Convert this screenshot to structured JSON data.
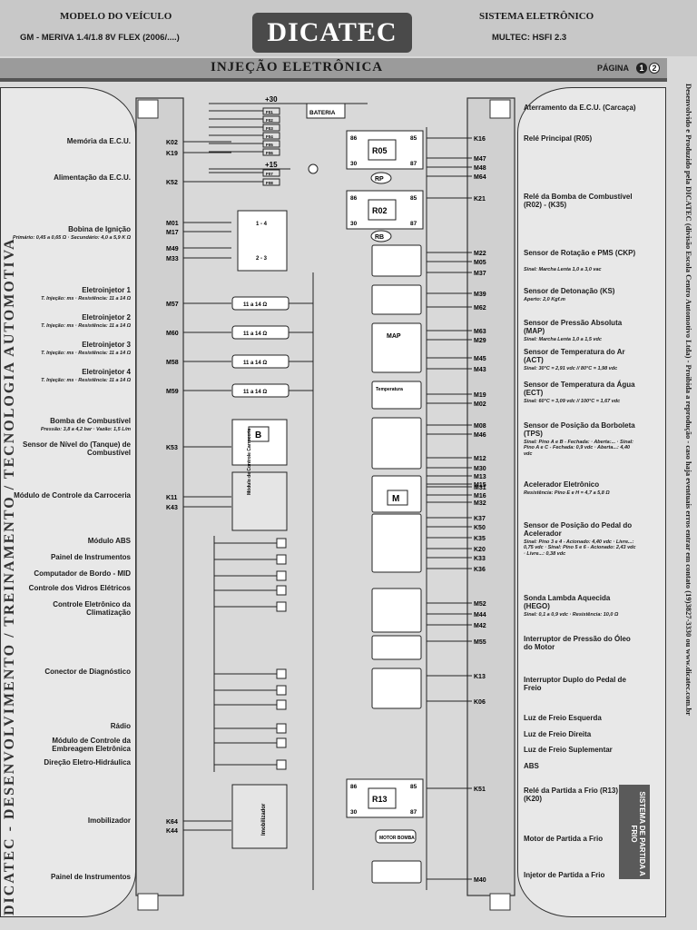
{
  "header": {
    "model_label": "MODELO DO VEÍCULO",
    "model_value": "GM - MERIVA 1.4/1.8 8V FLEX (2006/....)",
    "logo": "DICATEC",
    "system_label": "SISTEMA ELETRÔNICO",
    "system_value": "MULTEC: HSFI 2.3",
    "title": "INJEÇÃO ELETRÔNICA",
    "page_label": "PÁGINA",
    "pages": [
      "1",
      "2"
    ]
  },
  "left_labels": [
    {
      "title": "Memória da E.C.U.",
      "pins": [
        "K02",
        "K19"
      ]
    },
    {
      "title": "Alimentação da E.C.U.",
      "pins": [
        "K52"
      ]
    },
    {
      "title": "Bobina de Ignição",
      "sub": [
        "Primário: 0,45 a 0,65 Ω",
        "Secundário: 4,0 a 5,9 K Ω"
      ],
      "pins": [
        "M01",
        "M17",
        "M49",
        "M33"
      ]
    },
    {
      "title": "Eletroinjetor 1",
      "sub": [
        "T. Injeção: ms",
        "Resistência: 11 a 14 Ω"
      ],
      "pins": [
        "M57"
      ]
    },
    {
      "title": "Eletroinjetor 2",
      "sub": [
        "T. Injeção: ms",
        "Resistência: 11 a 14 Ω"
      ],
      "pins": [
        "M60"
      ]
    },
    {
      "title": "Eletroinjetor 3",
      "sub": [
        "T. Injeção: ms",
        "Resistência: 11 a 14 Ω"
      ],
      "pins": [
        "M58"
      ]
    },
    {
      "title": "Eletroinjetor 4",
      "sub": [
        "T. Injeção: ms",
        "Resistência: 11 a 14 Ω"
      ],
      "pins": [
        "M59"
      ]
    },
    {
      "title": "Bomba de Combustível",
      "sub": [
        "Pressão: 3,8 a 4,2 bar",
        "Vazão: 1,5 L/m"
      ]
    },
    {
      "title": "Sensor de Nível do (Tanque) de Combustível",
      "pins": [
        "K53"
      ]
    },
    {
      "title": "Módulo de Controle da Carroceria",
      "pins": [
        "K11",
        "K43"
      ]
    },
    {
      "title": "Módulo ABS"
    },
    {
      "title": "Painel de Instrumentos"
    },
    {
      "title": "Computador de Bordo - MID"
    },
    {
      "title": "Controle dos Vidros Elétricos"
    },
    {
      "title": "Controle Eletrônico da Climatização"
    },
    {
      "title": "Conector de Diagnóstico"
    },
    {
      "title": "Rádio"
    },
    {
      "title": "Módulo de Controle da Embreagem Eletrônica"
    },
    {
      "title": "Direção Eletro-Hidráulica"
    },
    {
      "title": "Imobilizador",
      "pins": [
        "K64",
        "K44"
      ]
    },
    {
      "title": "Painel de Instrumentos"
    }
  ],
  "right_labels": [
    {
      "title": "Aterramento da E.C.U. (Carcaça)"
    },
    {
      "title": "Relé Principal (R05)",
      "pins": [
        "K16",
        "M47",
        "M48",
        "M64"
      ]
    },
    {
      "title": "Relé da Bomba de Combustível (R02) - (K35)",
      "pins": [
        "K21"
      ]
    },
    {
      "title": "Sensor de Rotação e PMS (CKP)",
      "sub": [
        "Sinal: Marcha Lenta 1,0 a 3,0 vac"
      ],
      "pins": [
        "M22",
        "M05",
        "M37"
      ]
    },
    {
      "title": "Sensor de Detonação (KS)",
      "sub": [
        "Aperto: 2,0 Kgf.m"
      ],
      "pins": [
        "M39",
        "M62"
      ]
    },
    {
      "title": "Sensor de Pressão Absoluta (MAP)",
      "sub": [
        "Sinal: Marcha Lenta 1,0 a 1,5 vdc"
      ],
      "pins": [
        "M63",
        "M29"
      ]
    },
    {
      "title": "Sensor de Temperatura do Ar (ACT)",
      "sub": [
        "Sinal: 30°C = 2,91 vdc // 80°C = 1,98 vdc"
      ],
      "pins": [
        "M45",
        "M43"
      ]
    },
    {
      "title": "Sensor de Temperatura da Água (ECT)",
      "sub": [
        "Sinal: 60°C = 3,09 vdc // 100°C = 1,67 vdc"
      ],
      "pins": [
        "M19",
        "M02"
      ]
    },
    {
      "title": "Sensor de Posição da Borboleta (TPS)",
      "sub": [
        "Sinal: Pino A e B - Fechada:",
        "Aberta:...",
        "Sinal: Pino A e C - Fechada: 0,9 vdc",
        "Aberta...: 4,40 vdc"
      ],
      "pins": [
        "M08",
        "M46",
        "M12",
        "M30",
        "M13",
        "M15"
      ]
    },
    {
      "title": "Acelerador Eletrônico",
      "sub": [
        "Resistência: Pino E e H = 4,7 a 5,8 Ω"
      ],
      "pins": [
        "M31",
        "M16",
        "M32"
      ]
    },
    {
      "title": "Sensor de Posição do Pedal do Acelerador",
      "sub": [
        "Sinal: Pino 3 e 4 - Acionado: 4,40 vdc",
        "Livre...: 0,75 vdc",
        "Sinal: Pino 5 e 6 - Acionado: 2,43 vdc",
        "Livre...: 0,38 vdc"
      ],
      "pins": [
        "K37",
        "K50",
        "K35",
        "K20",
        "K33",
        "K36"
      ]
    },
    {
      "title": "Sonda Lambda Aquecida (HEGO)",
      "sub": [
        "Sinal: 0,1 a 0,9 vdc",
        "Resistência: 10,0 Ω"
      ],
      "pins": [
        "M52",
        "M44",
        "M42"
      ]
    },
    {
      "title": "Interruptor de Pressão do Óleo do Motor",
      "pins": [
        "M55"
      ]
    },
    {
      "title": "Interruptor Duplo do Pedal de Freio",
      "pins": [
        "K13",
        "K06"
      ]
    },
    {
      "title": "Luz de Freio Esquerda"
    },
    {
      "title": "Luz de Freio Direita"
    },
    {
      "title": "Luz de Freio Suplementar"
    },
    {
      "title": "ABS"
    },
    {
      "title": "Relé da Partida a Frio (R13) - (K20)",
      "pins": [
        "K51"
      ]
    },
    {
      "title": "Motor de Partida a Frio"
    },
    {
      "title": "Injetor de Partida a Frio",
      "pins": [
        "M40"
      ]
    }
  ],
  "side_texts": {
    "right_vertical": "Desenvolvido e Produzido pela DICATEC (divisão Escola Centro Automotivo Ltda) - Proibida a reprodução - caso haja eventuais erros entrar em contato (19)3827-3330 ou www.dicatec.com.br",
    "left_vertical": "DICATEC - DESENVOLVIMENTO / TREINAMENTO / TECNOLOGIA AUTOMOTIVA",
    "cold_start_box": "SISTEMA DE PARTIDA A FRIO"
  },
  "diagram": {
    "battery_label": "BATERIA",
    "relays": [
      "R05",
      "R02",
      "R13"
    ],
    "relay_pins": [
      "86",
      "85",
      "30",
      "87"
    ],
    "fuses": [
      "F01",
      "F02",
      "F03",
      "F04",
      "F05",
      "F06",
      "F07",
      "F08"
    ],
    "rail_labels": [
      "+30",
      "+15"
    ],
    "signals": [
      "RP",
      "RB"
    ],
    "coil_labels": [
      "1 - 4",
      "2 - 3"
    ],
    "injector_label": "11 a 14 Ω",
    "pump_letter": "B",
    "motor_letter": "M",
    "map_label": "MAP",
    "ect_label": "Temperatura",
    "body_module_label": "Módulo de Controle Carroceria",
    "immobilizer_label": "Imobilizador",
    "cold_motor_label": "MOTOR BOMBA"
  }
}
